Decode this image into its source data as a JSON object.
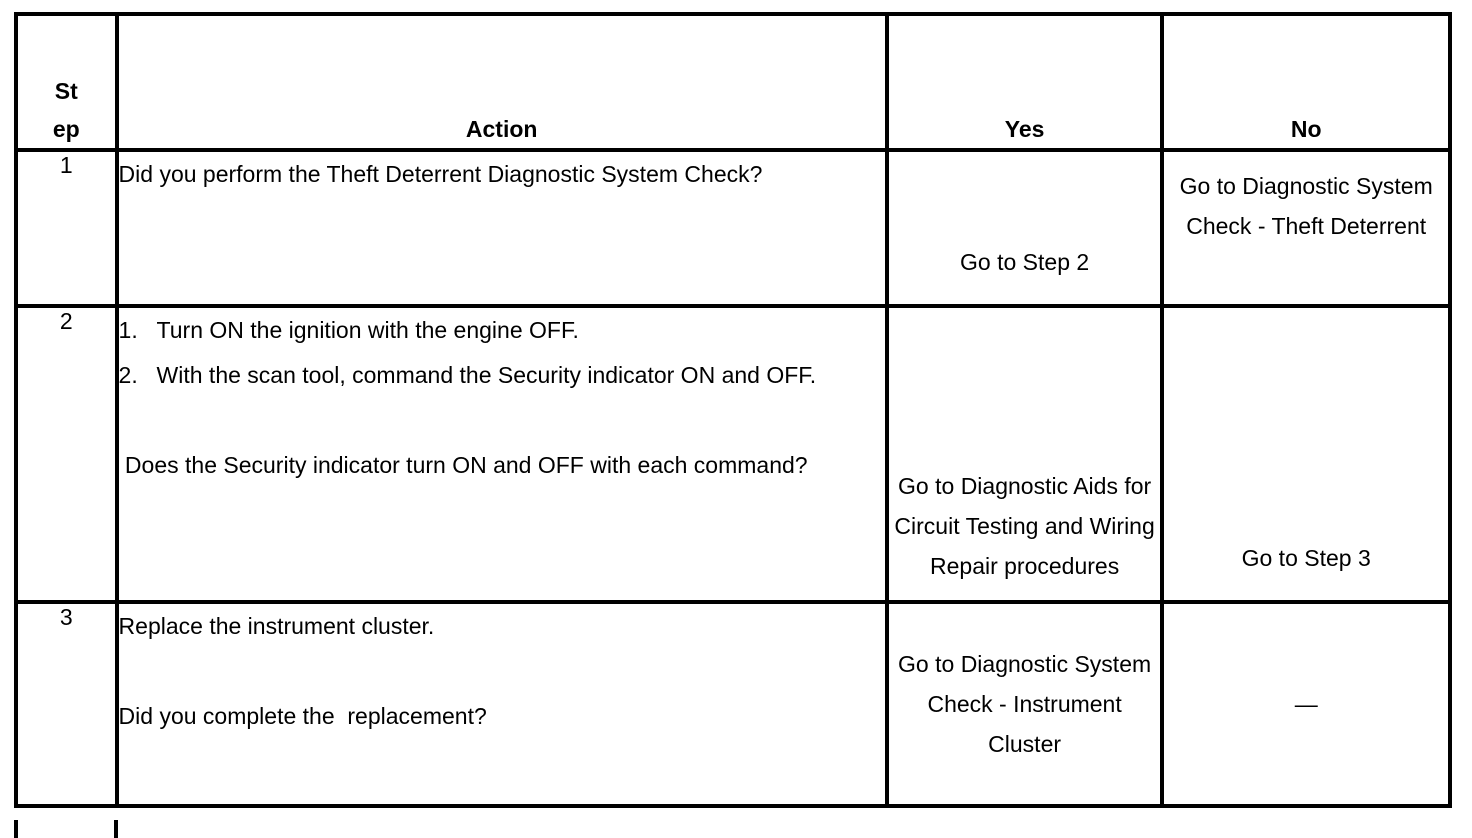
{
  "table": {
    "headers": {
      "step_line1": "St",
      "step_line2": "ep",
      "action": "Action",
      "yes": "Yes",
      "no": "No"
    },
    "rows": [
      {
        "step": "1",
        "action": {
          "paragraphs": [
            "Did you perform the Theft Deterrent Diagnostic System Check?"
          ]
        },
        "yes": "Go to Step 2",
        "no": "Go to Diagnostic System Check - Theft Deterrent"
      },
      {
        "step": "2",
        "action": {
          "list": [
            {
              "number": "1.",
              "text": "Turn ON the ignition with the engine OFF."
            },
            {
              "number": "2.",
              "text": "With the scan tool, command the Security indicator ON and OFF."
            }
          ],
          "question": " Does the Security indicator turn ON and OFF with each command?"
        },
        "yes": "Go to Diagnostic Aids for Circuit Testing and Wiring Repair procedures",
        "no": "Go to Step 3"
      },
      {
        "step": "3",
        "action": {
          "statement": "Replace the instrument cluster.",
          "question": "Did you complete the  replacement?"
        },
        "yes": "Go to Diagnostic System Check - Instrument Cluster",
        "no": "—"
      }
    ]
  },
  "colors": {
    "border": "#000000",
    "text": "#000000",
    "background": "#ffffff"
  }
}
